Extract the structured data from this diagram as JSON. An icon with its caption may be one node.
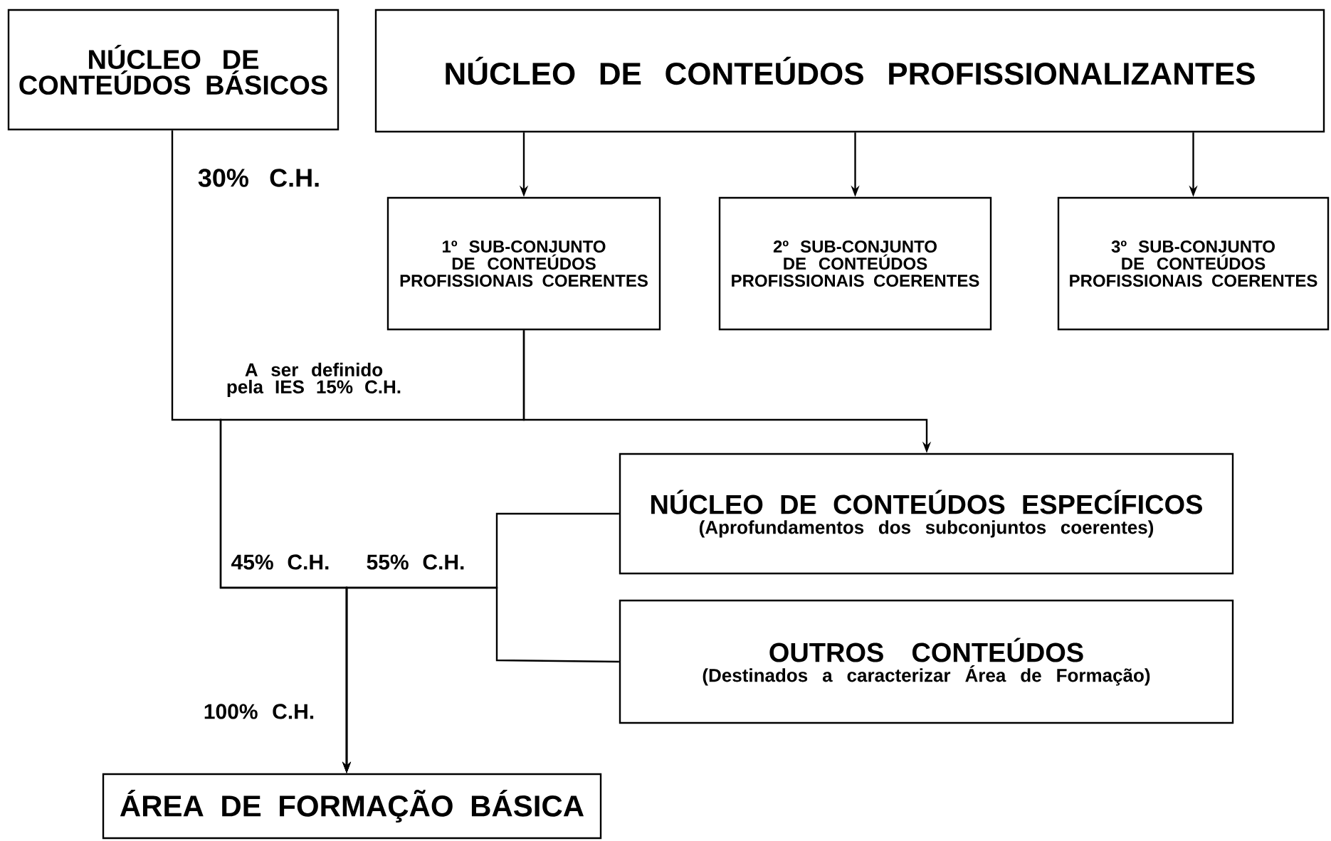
{
  "diagram": {
    "nodes": [
      {
        "text": [
          "NÚCLEO DE CONTEÚDOS BÁSICOS"
        ]
      },
      {
        "text": [
          "NÚCLEO DE CONTEÚDOS PROFISSIONALIZANTES"
        ]
      },
      {
        "text": [
          "1º SUB-CONJUNTO DE CONTEÚDOS PROFISSIONAIS COERENTES"
        ]
      },
      {
        "text": [
          "2º SUB-CONJUNTO DE CONTEÚDOS PROFISSIONAIS COERENTES"
        ]
      },
      {
        "text": [
          "3º SUB-CONJUNTO DE CONTEÚDOS PROFISSIONAIS COERENTES"
        ]
      },
      {
        "text": [
          "NÚCLEO DE CONTEÚDOS ESPECÍFICOS",
          "(Aprofundamentos dos subconjuntos coerentes)"
        ]
      },
      {
        "text": [
          "OUTROS CONTEÚDOS",
          "(Destinados a caracterizar Área de Formação)"
        ]
      },
      {
        "text": [
          "ÁREA DE FORMAÇÃO BÁSICA"
        ]
      }
    ],
    "edges": [
      {
        "from": 1,
        "to": 2,
        "arrow": "to"
      },
      {
        "from": 1,
        "to": 3,
        "arrow": "to"
      },
      {
        "from": 1,
        "to": 4,
        "arrow": "to"
      },
      {
        "from": 0,
        "to": 7,
        "arrow": "to"
      },
      {
        "from": 2,
        "to": 7,
        "arrow": "to"
      },
      {
        "from": 2,
        "to": 5,
        "arrow": "to"
      },
      {
        "from": 5,
        "to": 7,
        "arrow": "to"
      },
      {
        "from": 6,
        "to": 7,
        "arrow": "to"
      }
    ],
    "labels": [
      "30% C.H.",
      "A ser definido pela IES 15% C.H.",
      "45% C.H.",
      "55% C.H.",
      "100% C.H."
    ]
  }
}
